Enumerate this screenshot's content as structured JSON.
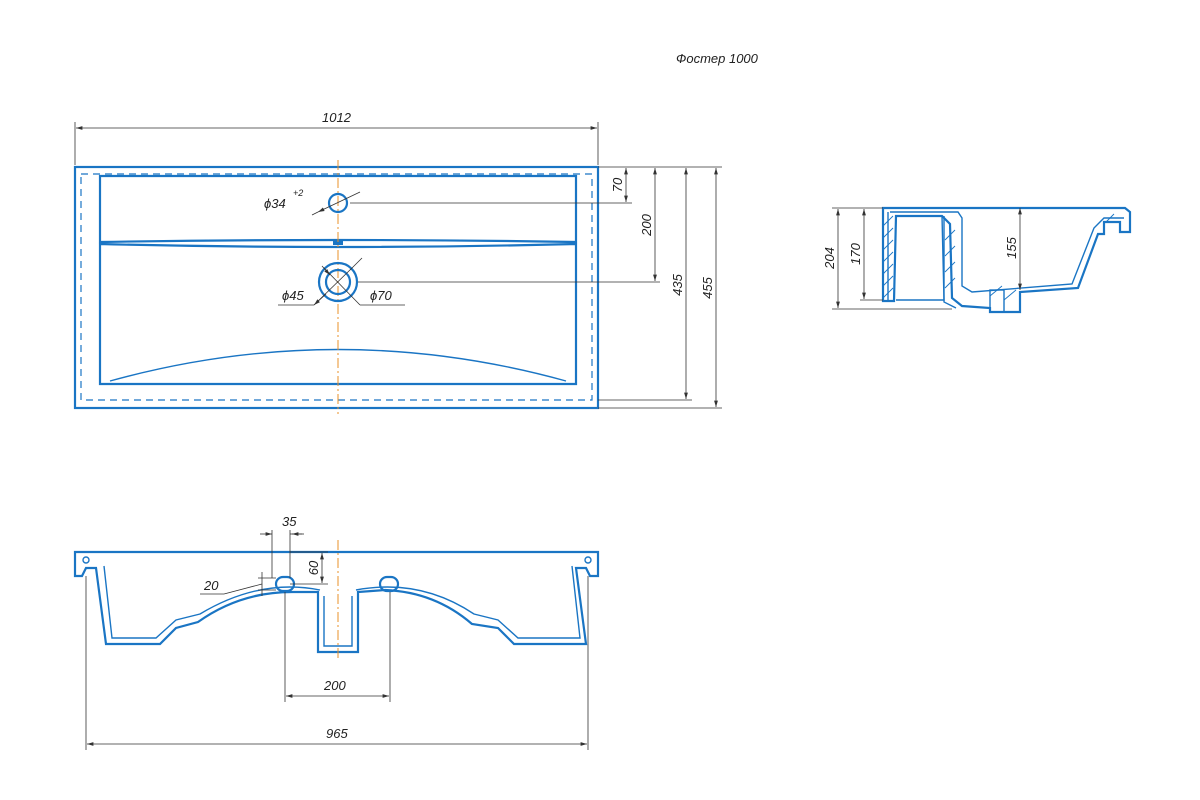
{
  "title": "Фостер 1000",
  "top_view": {
    "width_label": "1012",
    "d70_label": "70",
    "d200_label": "200",
    "d435_label": "435",
    "d455_label": "455",
    "tap_hole_label": "ϕ34",
    "tap_hole_tol": "+2",
    "drain_inner_label": "ϕ45",
    "drain_outer_label": "ϕ70"
  },
  "side_view": {
    "d204_label": "204",
    "d170_label": "170",
    "d155_label": "155"
  },
  "front_view": {
    "d35_label": "35",
    "d60_label": "60",
    "d20_label": "20",
    "d200_label": "200",
    "d965_label": "965"
  },
  "colors": {
    "part": "#1a75c4",
    "centerline": "#e8902a",
    "dimension": "#333333"
  }
}
